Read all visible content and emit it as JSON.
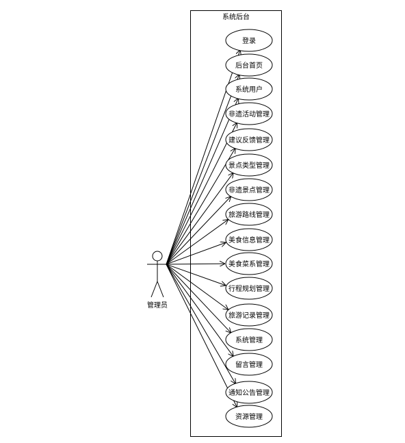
{
  "system": {
    "title": "系统后台"
  },
  "actor": {
    "label": "管理员"
  },
  "use_cases": [
    "登录",
    "后台首页",
    "系统用户",
    "非遗活动管理",
    "建议反馈管理",
    "景点类型管理",
    "非遗景点管理",
    "旅游路线管理",
    "美食信息管理",
    "美食菜系管理",
    "行程规划管理",
    "旅游记录管理",
    "系统管理",
    "留言管理",
    "通知公告管理",
    "资源管理"
  ],
  "colors": {
    "stroke": "#000000",
    "background": "#ffffff"
  }
}
